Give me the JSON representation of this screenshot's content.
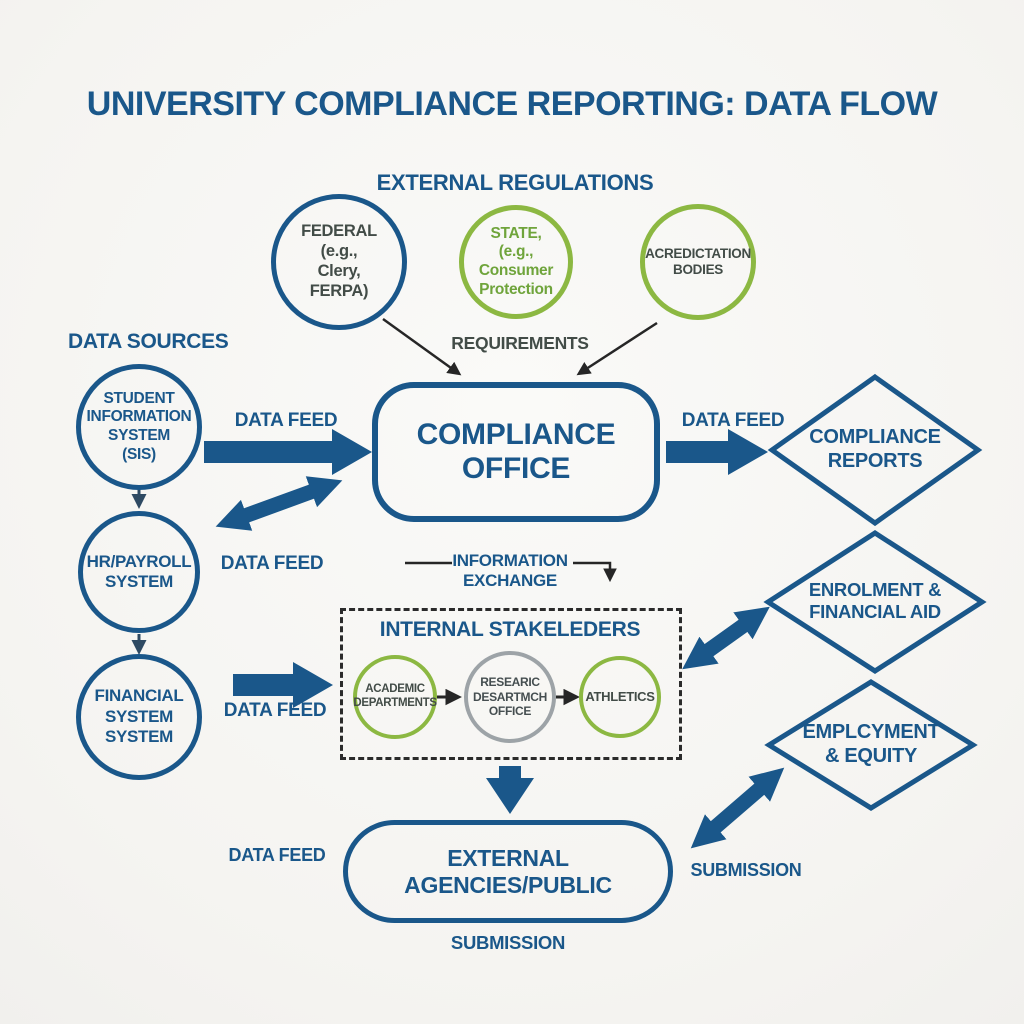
{
  "title": "UNIVERSITY COMPLIANCE REPORTING: DATA FLOW",
  "regulators": {
    "heading": "EXTERNAL REGULATIONS",
    "federal": "FEDERAL\n(e.g.,\nClery,\nFERPA)",
    "state": "STATE,\n(e.g.,\nConsumer\nProtection",
    "accreditation": "ACREDICTATION\nBODIES"
  },
  "data_sources": {
    "heading": "DATA SOURCES",
    "sis": "STUDENT\nINFORMATION\nSYSTEM\n(SIS)",
    "hr": "HR/PAYROLL\nSYSTEM",
    "financial": "FINANCIAL\nSYSTEM\nSYSTEM"
  },
  "office": {
    "label": "COMPLIANCE\nOFFICE"
  },
  "stakeholders": {
    "heading": "INTERNAL STAKELEDERS",
    "academic": "ACADEMIC\nDEPARTMENTS",
    "research": "RESEARIC\nDESARTMCH\nOFFICE",
    "athletics": "ATHLETICS"
  },
  "agencies": {
    "label": "EXTERNAL AGENCIES/PUBLIC"
  },
  "outputs": {
    "reports": "COMPLIANCE\nREPORTS",
    "enrolment": "ENROLMENT &\nFINANCIAL AID",
    "employment": "EMPLCYMENT\n& EQUITY"
  },
  "labels": {
    "requirements": "REQUIREMENTS",
    "data_feed_sis": "DATA FEED",
    "data_feed_reports": "DATA FEED",
    "data_feed_hr": "DATA FEED",
    "data_feed_financial": "DATA FEED",
    "data_feed_agencies": "DATA FEED",
    "information_exchange": "INFORMATION\nEXCHANGE",
    "submission_employment": "SUBMISSION",
    "submission_bottom": "SUBMISSION"
  },
  "colors": {
    "blue": "#1A578A",
    "green": "#8CB842",
    "dark_text": "#424C47",
    "green_text": "#6FA43B",
    "arrow_black": "#262626"
  }
}
